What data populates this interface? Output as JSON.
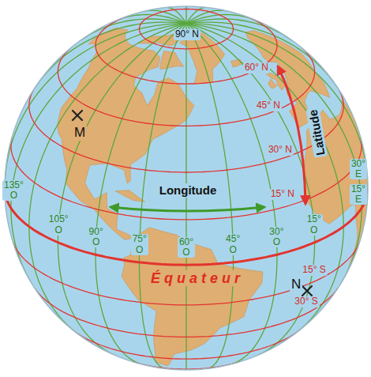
{
  "diagram": {
    "labels": [
      "90° N",
      "60° N",
      "45° N",
      "30° N",
      "Latitude",
      "Longitude",
      "15° N",
      "135° O",
      "105° O",
      "90° O",
      "75° O",
      "60° O",
      "45° O",
      "30° O",
      "15° O",
      "30° E",
      "15° E",
      "Équateur",
      "15° S",
      "30° S",
      "M",
      "N"
    ]
  }
}
